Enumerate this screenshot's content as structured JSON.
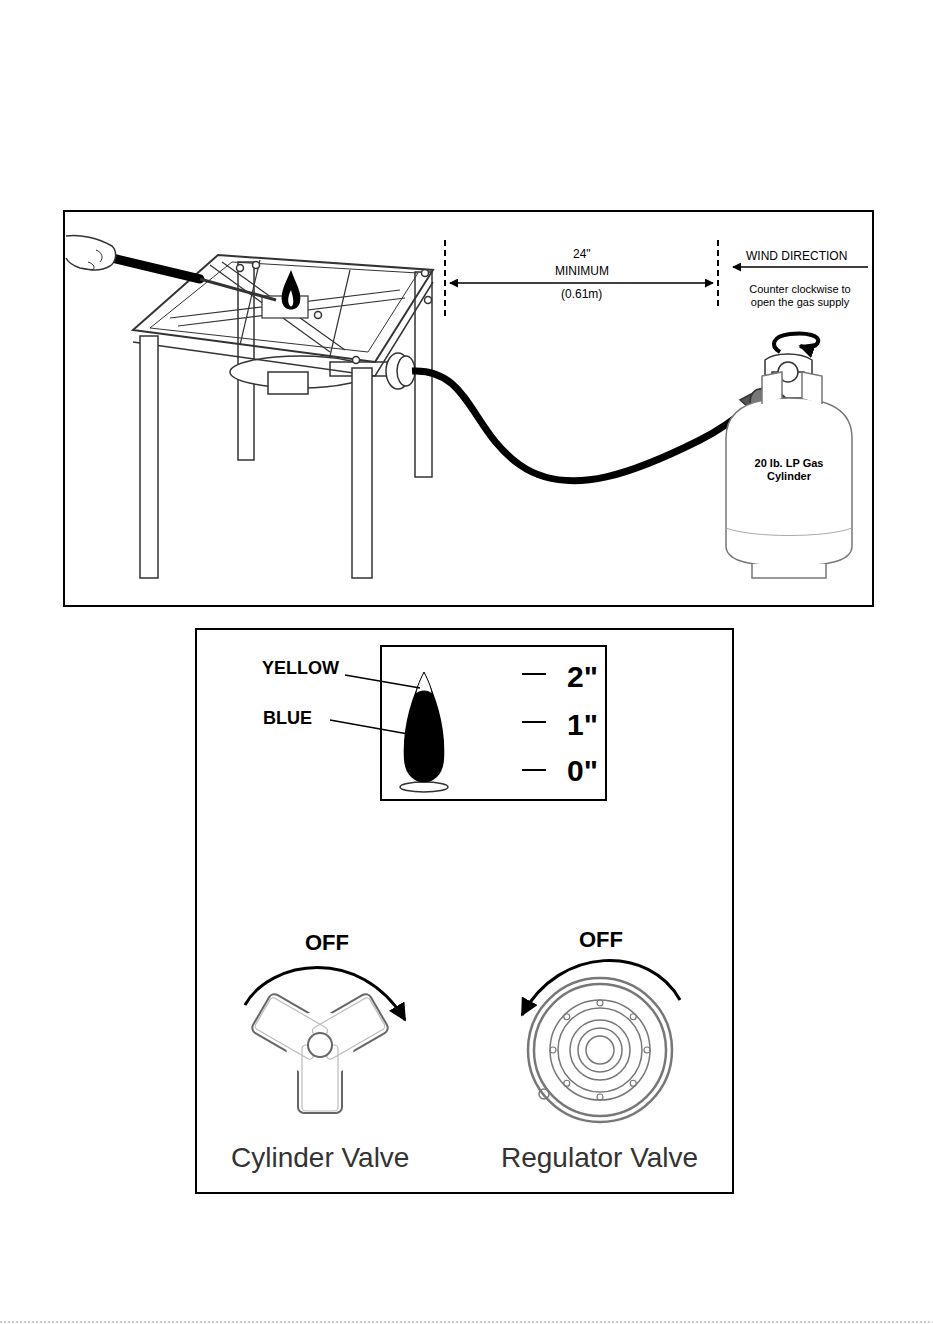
{
  "diagram": {
    "nodes": [
      {
        "text": [
          "20 lb. LP Gas Cylinder"
        ]
      },
      {
        "text": [
          "2\"",
          "1\"",
          "0\""
        ]
      }
    ],
    "labels": [
      "24\"",
      "MINIMUM",
      "(0.61m)",
      "WIND DIRECTION",
      "Counter clockwise to open the gas supply",
      "YELLOW",
      "BLUE",
      "OFF",
      "OFF",
      "Cylinder Valve",
      "Regulator Valve"
    ]
  }
}
